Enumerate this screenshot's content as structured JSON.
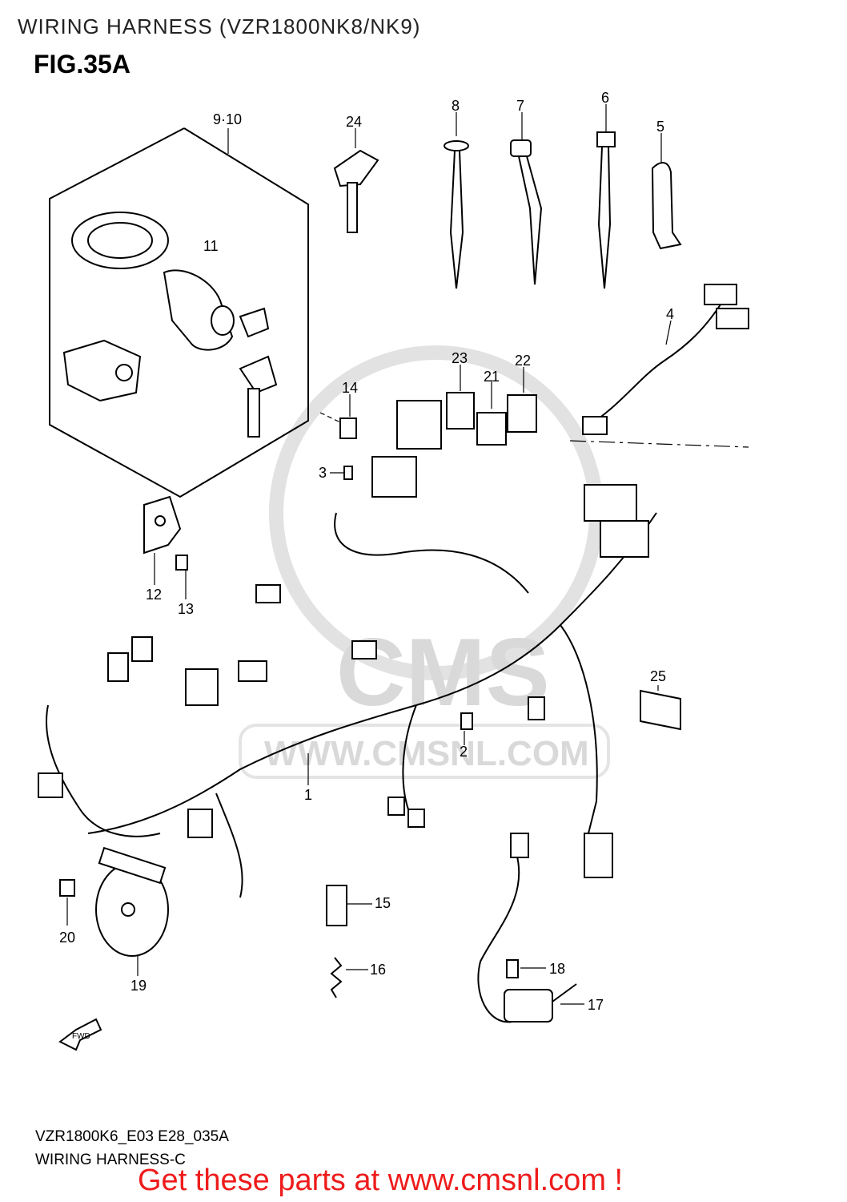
{
  "header": {
    "title": "WIRING HARNESS (VZR1800NK8/NK9)",
    "figure": "FIG.35A"
  },
  "callouts": {
    "c1": "1",
    "c2": "2",
    "c3": "3",
    "c4": "4",
    "c5": "5",
    "c6": "6",
    "c7": "7",
    "c8": "8",
    "c9_10": "9·10",
    "c11": "11",
    "c12": "12",
    "c13": "13",
    "c14": "14",
    "c15": "15",
    "c16": "16",
    "c17": "17",
    "c18": "18",
    "c19": "19",
    "c20": "20",
    "c21": "21",
    "c22": "22",
    "c23": "23",
    "c24": "24",
    "c25": "25"
  },
  "watermark": {
    "brand": "CMS",
    "url": "WWW.CMSNL.COM"
  },
  "footer": {
    "code": "VZR1800K6_E03 E28_035A",
    "name": "WIRING HARNESS-C",
    "promo": "Get these parts at www.cmsnl.com !"
  },
  "colors": {
    "promo": "#ee1c1c",
    "watermark": "#d9d9d9",
    "line": "#000000"
  }
}
